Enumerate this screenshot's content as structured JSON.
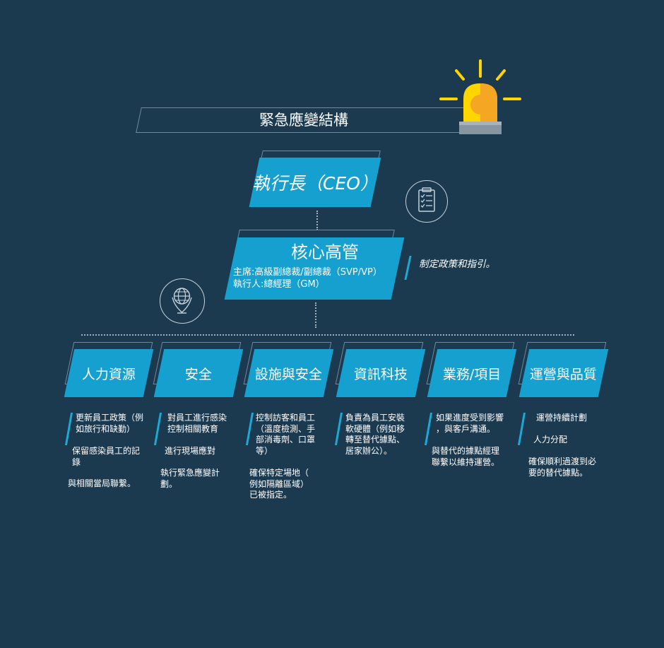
{
  "title": "緊急應變結構",
  "ceo": {
    "label": "執行長（CEO）"
  },
  "core": {
    "title": "核心高管",
    "line1": "主席:高級副總裁/副總裁（SVP/VP）",
    "line2": "執行人:總經理（GM）"
  },
  "policy": {
    "text": "制定政策和指引。"
  },
  "icons": {
    "alarm": "alarm-light-icon",
    "clipboard": "clipboard-checklist-icon",
    "globe": "globe-location-icon"
  },
  "colors": {
    "background": "#1c3a4f",
    "accent": "#15a0cf",
    "alarm_yellow": "#ffd500",
    "alarm_orange": "#f5a623"
  },
  "departments": [
    {
      "label": "人力資源",
      "items": [
        "更新員工政策（例\n如旅行和缺勤）",
        "保留感染員工的記\n錄",
        "與相關當局聯繫。"
      ]
    },
    {
      "label": "安全",
      "items": [
        "對員工進行感染\n控制相關教育",
        "進行現場應對",
        "執行緊急應變計\n劃。"
      ]
    },
    {
      "label": "設施與安全",
      "items": [
        "控制訪客和員工\n（溫度檢測、手\n部消毒劑、口罩\n等）",
        "確保特定場地（\n例如隔離區域）\n已被指定。"
      ]
    },
    {
      "label": "資訊科技",
      "items": [
        "負責為員工安裝\n軟硬體（例如移\n轉至替代據點、\n居家辦公）。"
      ]
    },
    {
      "label": "業務/項目",
      "items": [
        "如果進度受到影響\n，與客戶溝通。",
        "與替代的據點經理\n聯繫以維持運營。"
      ]
    },
    {
      "label": "運營與品質",
      "items": [
        "運營持續計劃",
        "人力分配",
        "確保順利過渡到必\n要的替代據點。"
      ]
    }
  ]
}
